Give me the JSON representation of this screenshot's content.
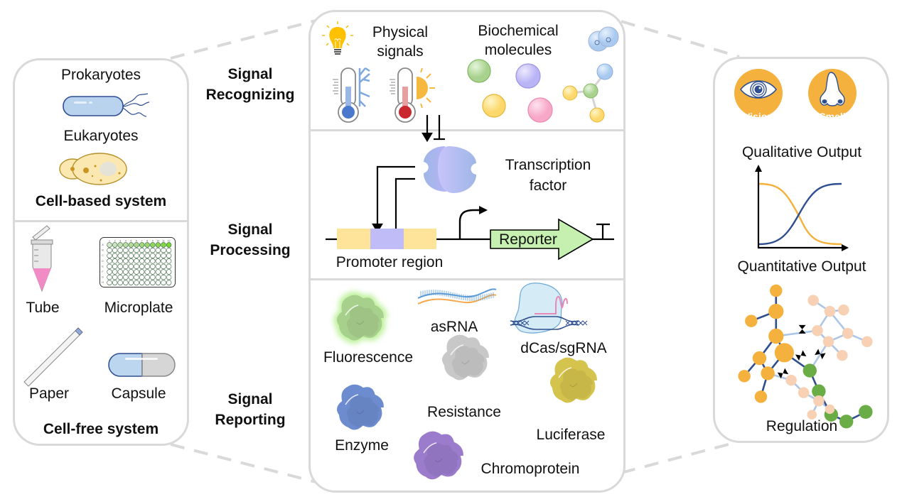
{
  "left_panel": {
    "cell_based": {
      "title": "Cell-based system",
      "items": [
        {
          "label": "Prokaryotes",
          "icon": "bacterium-icon"
        },
        {
          "label": "Eukaryotes",
          "icon": "yeast-cell-icon"
        }
      ]
    },
    "cell_free": {
      "title": "Cell-free system",
      "items": [
        {
          "label": "Tube",
          "icon": "tube-icon"
        },
        {
          "label": "Microplate",
          "icon": "microplate-icon"
        },
        {
          "label": "Paper",
          "icon": "paper-strip-icon"
        },
        {
          "label": "Capsule",
          "icon": "capsule-icon"
        }
      ],
      "microplate": {
        "columns": [
          "1",
          "2",
          "3",
          "4",
          "5",
          "6",
          "7",
          "8",
          "9",
          "10",
          "11",
          "12"
        ],
        "rows": [
          "A",
          "B",
          "C",
          "D",
          "E",
          "F",
          "G",
          "H"
        ]
      }
    }
  },
  "stages": [
    {
      "line1": "Signal",
      "line2": "Recognizing"
    },
    {
      "line1": "Signal",
      "line2": "Processing"
    },
    {
      "line1": "Signal",
      "line2": "Reporting"
    }
  ],
  "center_panel": {
    "recognizing": {
      "physical_label_1": "Physical",
      "physical_label_2": "signals",
      "biochemical_label_1": "Biochemical",
      "biochemical_label_2": "molecules"
    },
    "processing": {
      "tf_label_1": "Transcription",
      "tf_label_2": "factor",
      "promoter_label": "Promoter region",
      "reporter_label": "Reporter"
    },
    "reporting": {
      "items": [
        {
          "label": "Fluorescence",
          "color": "#a8d08d"
        },
        {
          "label": "asRNA",
          "color": "#6fa8dc"
        },
        {
          "label": "dCas/sgRNA",
          "color": "#bfe3f0"
        },
        {
          "label": "Resistance",
          "color": "#c8c8c8"
        },
        {
          "label": "Enzyme",
          "color": "#6d8ccf"
        },
        {
          "label": "Luciferase",
          "color": "#d4c34d"
        },
        {
          "label": "Chromoprotein",
          "color": "#9b7ccc"
        }
      ]
    }
  },
  "right_panel": {
    "qualitative": {
      "title": "Qualitative Output",
      "badges": [
        {
          "label": "Vision",
          "icon": "eye-icon"
        },
        {
          "label": "Smell",
          "icon": "nose-icon"
        }
      ]
    },
    "quantitative": {
      "title": "Quantitative Output"
    },
    "regulation": {
      "title": "Regulation"
    }
  },
  "colors": {
    "panel_border": "#d9d9d9",
    "orange": "#f5b13d",
    "navy": "#2e4e8f",
    "light_blue_line": "#aec6e6",
    "peach": "#f8d1b4",
    "green": "#6aad46",
    "reporter_green": "#c6f0b0",
    "promoter_yellow": "#fde49a",
    "promoter_purple": "#bfbcf7"
  }
}
